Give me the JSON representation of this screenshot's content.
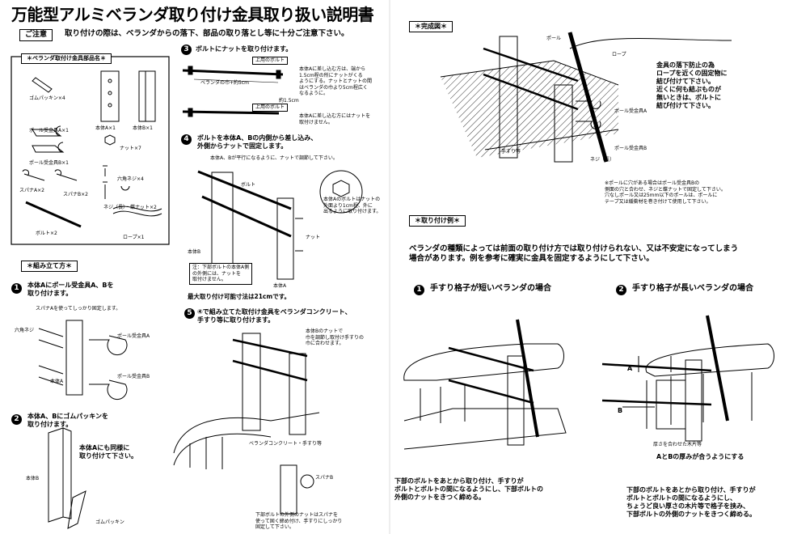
{
  "title": "万能型アルミベランダ取り付け金具取り扱い説明書",
  "caution": {
    "badge": "ご注意",
    "text": "取り付けの際は、ベランダからの落下、部品の取り落とし等に十分ご注意下さい。"
  },
  "parts": {
    "badge": "＊ベランダ取付け金具部品名＊",
    "rubber": "ゴムパッキン×4",
    "main_a": "本体A×1",
    "main_b": "本体B×1",
    "pole_a": "ポール受金具A×1",
    "nut": "ナット×7",
    "pole_b": "ポール受金具B×1",
    "hex": "六角ネジ×4",
    "spanner_a": "スパナA×2",
    "spanner_b": "スパナB×2",
    "screw": "ネジ（長）・蝶ナット×2",
    "bolt": "ボルト×2",
    "rope": "ロープ×1"
  },
  "assembly": {
    "badge": "＊組み立て方＊",
    "s1_title": "本体Aにポール受金具A、Bを\n取り付けます。",
    "s1_sub": "スパナAを使ってしっかり固定します。",
    "s1_hex": "六角ネジ",
    "s1_pa": "ポール受金具A",
    "s1_pb": "ポール受金具B",
    "s1_body": "本体A",
    "s2_title": "本体A、Bにゴムパッキンを\n取り付けます。",
    "s2_note": "本体Aにも同様に\n取り付けて下さい。",
    "s2_body": "本体B",
    "s2_rubber": "ゴムパッキン"
  },
  "step3": {
    "title": "ボルトにナットを取り付けます。",
    "tag_upper": "上用のボルト",
    "tag_lower": "上用のボルト",
    "width": "ベランダの巾+約5cm",
    "about": "約1.5cm",
    "note_upper": "本体Aに差し込む方は、端から\n1.5cm程の所にナットがくる\nようにする。ナットとナットの間\nはベランダの巾より5cm程広く\nなるように。",
    "note_lower": "本体Aに差し込む方にはナットを\n取付けません。"
  },
  "step4": {
    "title": "ボルトを本体A、Bの内側から差し込み、\n外側からナットで固定します。",
    "sub": "本体A、Bが平行になるように、ナットで調節して下さい。",
    "bolt": "ボルト",
    "nut": "ナット",
    "body_a": "本体A",
    "body_b": "本体B",
    "circle_note": "本体Aのボルトはナットの\n外面より1cm程、外に\n出るように取り付けます。",
    "lower_note": "注：下部ボルトの本体A側\nの外側には、ナットを\n取付けません。",
    "max": "最大取り付け可能寸法は21cmです。"
  },
  "step5": {
    "title": "④で組み立てた取付け金具をベランダコンクリート、\n手すり等に取り付けます。",
    "note_top": "本体Bのナットで\n巾を調節し取付け手すりの\n巾に合わせます。",
    "concrete": "ベランダコンクリート・手すり等",
    "spanner": "スパナB",
    "bottom": "下部ボルトの外側のナットはスパナを\n使って固く締め付け、手すりにしっかり\n固定して下さい。"
  },
  "complete": {
    "badge": "＊完成図＊",
    "pole": "ポール",
    "rope": "ロープ",
    "note": "金具の落下防止の為\nロープを近くの固定物に\n結び付けて下さい。\n近くに何も結ぶものが\n無いときは、ボルトに\n結び付けて下さい。",
    "pole_a": "ポール受金具A",
    "pole_b": "ポール受金具B",
    "handrail": "手すり等",
    "screw": "ネジ（長）",
    "footnote": "※ポールに穴がある場合はポール受金具Bの\n側面の穴と合わせ、ネジと蝶ナットで固定して下さい。\n穴なしポール又は25mm以下のポールは、ポールに\nテープ又は緩衝材を巻き付けて使用して下さい。"
  },
  "examples": {
    "badge": "＊取り付け例＊",
    "intro": "ベランダの種類によっては前面の取り付け方では取り付けられない、又は不安定になってしまう\n場合があります。例を参考に確実に金具を固定するようにして下さい。",
    "ex1_title": "手すり格子が短いベランダの場合",
    "ex2_title": "手すり格子が長いベランダの場合",
    "ex1_text": "下部のボルトをあとから取り付け、手すりが\nボルトとボルトの間になるようにし、下部ボルトの\n外側のナットをきつく締める。",
    "ex2_wood": "厚さを合わせた木片等",
    "ex2_ab": "AとBの厚みが合うようにする",
    "ex2_text": "下部のボルトをあとから取り付け、手すりが\nボルトとボルトの間になるようにし、\nちょうど良い厚さの木片等で格子を挟み、\n下部ボルトの外側のナットをきつく締める。",
    "label_a": "A",
    "label_b": "B"
  }
}
